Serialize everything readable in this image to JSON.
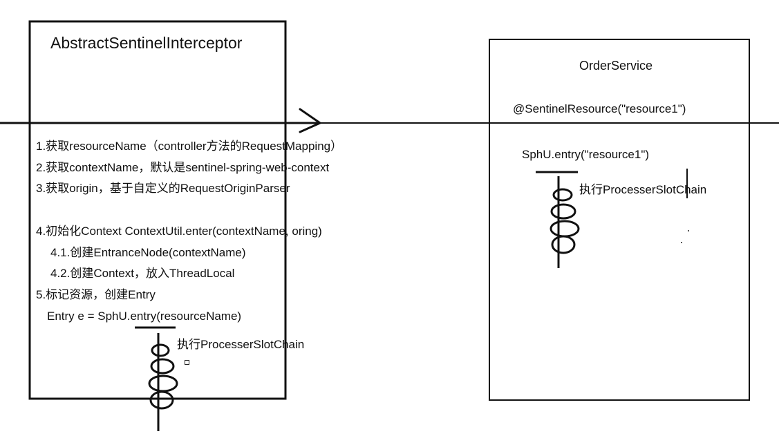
{
  "left_box": {
    "title": "AbstractSentinelInterceptor",
    "steps": [
      "1.获取resourceName（controller方法的RequestMapping）",
      "2.获取contextName，默认是sentinel-spring-web-context",
      "3.获取origin，基于自定义的RequestOriginParser",
      "4.初始化Context   ContextUtil.enter(contextName, oring)",
      "4.1.创建EntranceNode(contextName)",
      "4.2.创建Context，放入ThreadLocal",
      "5.标记资源，创建Entry",
      "Entry e = SphU.entry(resourceName)"
    ],
    "chain_label": "执行ProcesserSlotChain"
  },
  "right_box": {
    "title": "OrderService",
    "annotation": "@SentinelResource(\"resource1\")",
    "entry_call": "SphU.entry(\"resource1\")",
    "chain_label": "执行ProcesserSlotChain"
  },
  "colors": {
    "ink": "#111111",
    "background": "#ffffff"
  }
}
